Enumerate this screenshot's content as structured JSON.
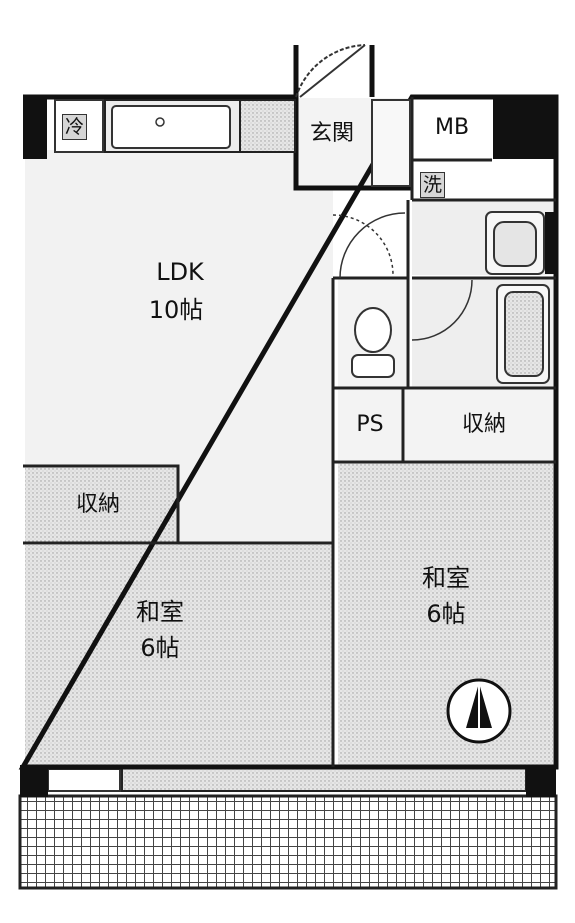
{
  "rooms": {
    "ldk": {
      "name": "LDK",
      "size": "10帖"
    },
    "genkan": {
      "name": "玄関"
    },
    "mb": {
      "name": "MB"
    },
    "ps": {
      "name": "PS"
    },
    "storage_upper": {
      "name": "収納"
    },
    "storage_left": {
      "name": "収納"
    },
    "washitsu_left": {
      "name": "和室",
      "size": "6帖"
    },
    "washitsu_right": {
      "name": "和室",
      "size": "6帖"
    }
  },
  "fixtures": {
    "fridge": {
      "label": "冷"
    },
    "washer": {
      "label": "洗"
    }
  },
  "colors": {
    "wall": "#111111",
    "floor": "#f1f1f1",
    "tatami": "#dcdcdc",
    "balcony": "#bdbdbd"
  }
}
